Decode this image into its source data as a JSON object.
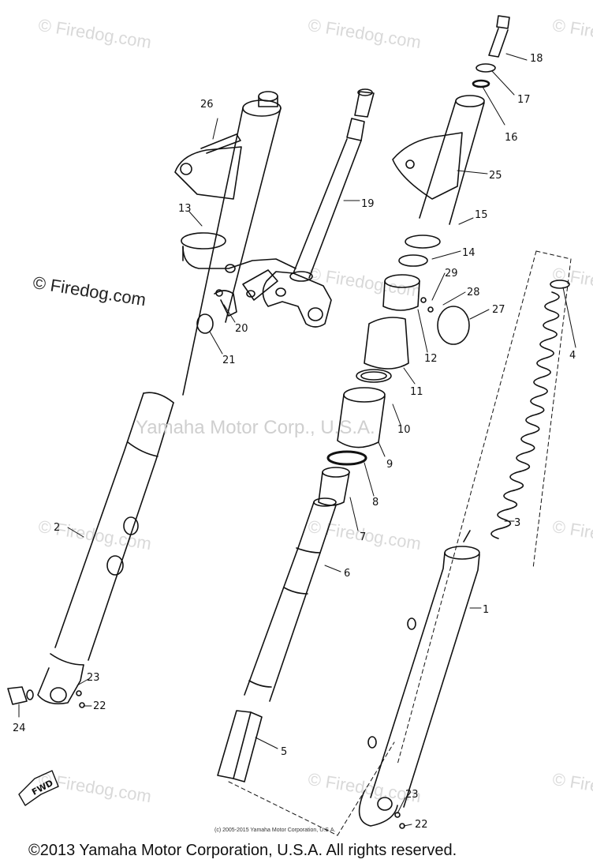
{
  "watermark": {
    "site": "© Firedog.com",
    "site_prominent": "© Firedog.com",
    "brand": "Yamaha Motor Corp., U.S.A."
  },
  "small_copyright": "(c) 2005-2015 Yamaha Motor Corporation, U.S.A.",
  "footer_copyright": "©2013 Yamaha Motor Corporation, U.S.A. All rights reserved.",
  "direction_tag": "FWD",
  "callouts": [
    "1",
    "2",
    "3",
    "4",
    "5",
    "6",
    "7",
    "8",
    "9",
    "10",
    "11",
    "12",
    "13",
    "14",
    "15",
    "16",
    "17",
    "18",
    "19",
    "20",
    "21",
    "22",
    "22",
    "23",
    "23",
    "24",
    "25",
    "26",
    "27",
    "28",
    "29"
  ],
  "colors": {
    "ink": "#111111",
    "watermark": "#d9d9d9",
    "background": "#ffffff"
  }
}
